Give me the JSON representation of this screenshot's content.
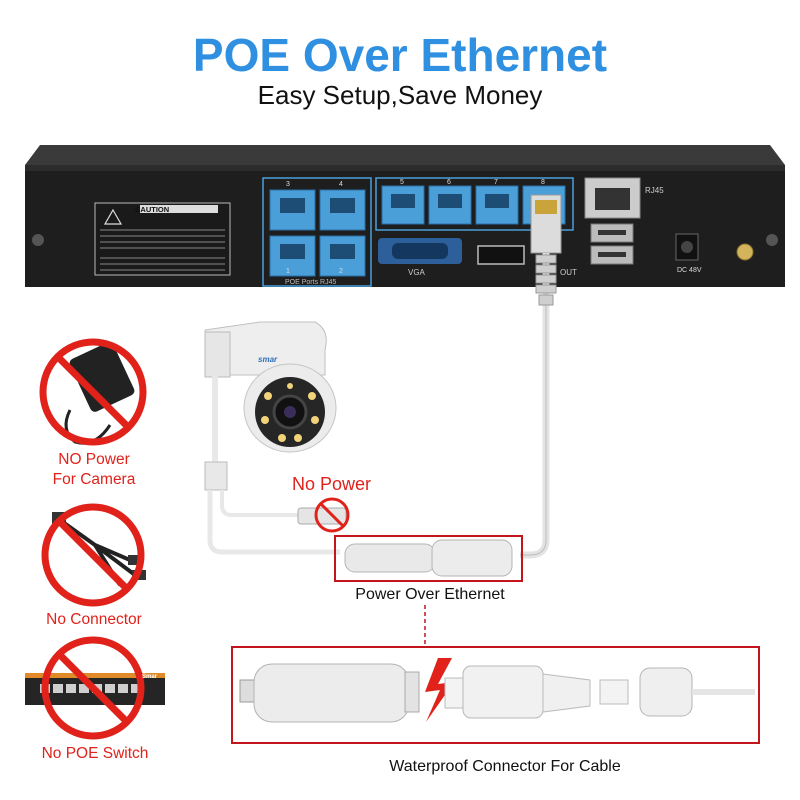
{
  "header": {
    "title": "POE Over Ethernet",
    "subtitle": "Easy Setup,Save Money"
  },
  "nvr": {
    "caution_label": "CAUTION",
    "poe_ports_label": "POE Ports RJ45",
    "vga_label": "VGA",
    "hdmi_label": "OUT",
    "rj45_label": "RJ45",
    "dc_label": "DC 48V",
    "port_numbers": [
      "3",
      "4",
      "1",
      "2",
      "5",
      "6",
      "7",
      "8"
    ]
  },
  "camera": {
    "brand": "smar"
  },
  "left_panel": {
    "no_power_camera": "NO Power\nFor Camera",
    "no_connector": "No Connector",
    "no_poe_switch": "No POE Switch",
    "switch_brand": "Smar"
  },
  "center": {
    "no_power": "No Power",
    "power_over_ethernet": "Power Over Ethernet",
    "waterproof_connector": "Waterproof Connector For Cable"
  },
  "colors": {
    "title_blue": "#2f8fe0",
    "warning_red": "#e0221b",
    "box_red": "#c2151c",
    "port_blue": "#4a9fd8"
  }
}
